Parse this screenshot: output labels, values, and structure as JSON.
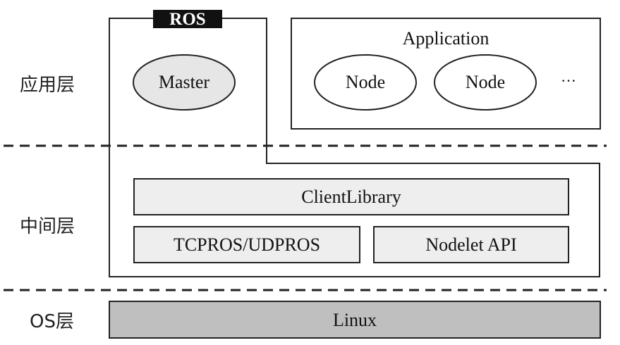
{
  "layers": {
    "application": "应用层",
    "middleware": "中间层",
    "os": "OS层"
  },
  "ros": {
    "tag": "ROS",
    "master": "Master"
  },
  "application_box": {
    "title": "Application",
    "node_1": "Node",
    "node_2": "Node",
    "ellipsis": "···"
  },
  "middleware_box": {
    "client_library": "ClientLibrary",
    "transport": "TCPROS/UDPROS",
    "nodelet": "Nodelet API"
  },
  "os_box": {
    "kernel": "Linux"
  },
  "colors": {
    "outline": "#222222",
    "light_fill": "#eeeeee",
    "master_fill": "#e6e6e6",
    "linux_fill": "#bfbfbf",
    "tag_fill": "#111111"
  }
}
